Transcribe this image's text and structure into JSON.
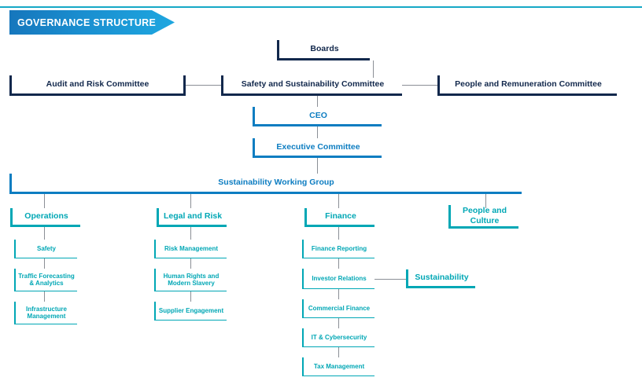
{
  "banner": {
    "title": "GOVERNANCE STRUCTURE",
    "gradient_from": "#1676bc",
    "gradient_to": "#1ea7e0"
  },
  "colors": {
    "rule_top": "#16a9c6",
    "navy": "#12284c",
    "blue": "#0d7dc1",
    "teal": "#00a7b5",
    "connector": "#8b8f96"
  },
  "chart_data": {
    "type": "diagram",
    "title": "GOVERNANCE STRUCTURE",
    "nodes": {
      "boards": "Boards",
      "audit_risk_committee": "Audit and Risk Committee",
      "safety_sustainability_committee": "Safety and Sustainability Committee",
      "people_remuneration_committee": "People and Remuneration Committee",
      "ceo": "CEO",
      "executive_committee": "Executive Committee",
      "sustainability_working_group": "Sustainability Working Group",
      "sustainability": "Sustainability"
    },
    "columns": [
      {
        "header": "Operations",
        "items": [
          "Safety",
          "Traffic Forecasting\n& Analytics",
          "Infrastructure\nManagement"
        ]
      },
      {
        "header": "Legal and Risk",
        "items": [
          "Risk Management",
          "Human Rights and\nModern Slavery",
          "Supplier Engagement"
        ]
      },
      {
        "header": "Finance",
        "items": [
          "Finance Reporting",
          "Investor Relations",
          "Commercial Finance",
          "IT & Cybersecurity",
          "Tax Management"
        ]
      },
      {
        "header": "People and\nCulture",
        "items": []
      }
    ],
    "edges": [
      [
        "boards",
        "safety_sustainability_committee"
      ],
      [
        "audit_risk_committee",
        "safety_sustainability_committee"
      ],
      [
        "safety_sustainability_committee",
        "people_remuneration_committee"
      ],
      [
        "safety_sustainability_committee",
        "ceo"
      ],
      [
        "ceo",
        "executive_committee"
      ],
      [
        "executive_committee",
        "sustainability_working_group"
      ],
      [
        "sustainability_working_group",
        "Operations"
      ],
      [
        "sustainability_working_group",
        "Legal and Risk"
      ],
      [
        "sustainability_working_group",
        "Finance"
      ],
      [
        "sustainability_working_group",
        "People and Culture"
      ],
      [
        "Investor Relations",
        "sustainability"
      ]
    ]
  }
}
